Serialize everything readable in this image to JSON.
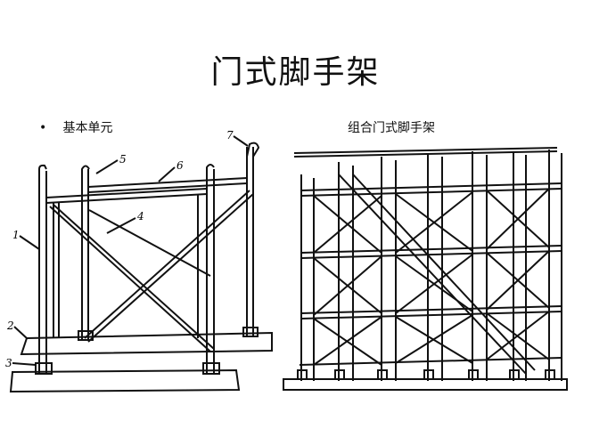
{
  "slide": {
    "title": "门式脚手架",
    "bullet_glyph": "•",
    "bullet_text": "基本单元",
    "combined_label": "组合门式脚手架"
  },
  "callouts": [
    "1",
    "2",
    "3",
    "4",
    "5",
    "6",
    "7"
  ]
}
